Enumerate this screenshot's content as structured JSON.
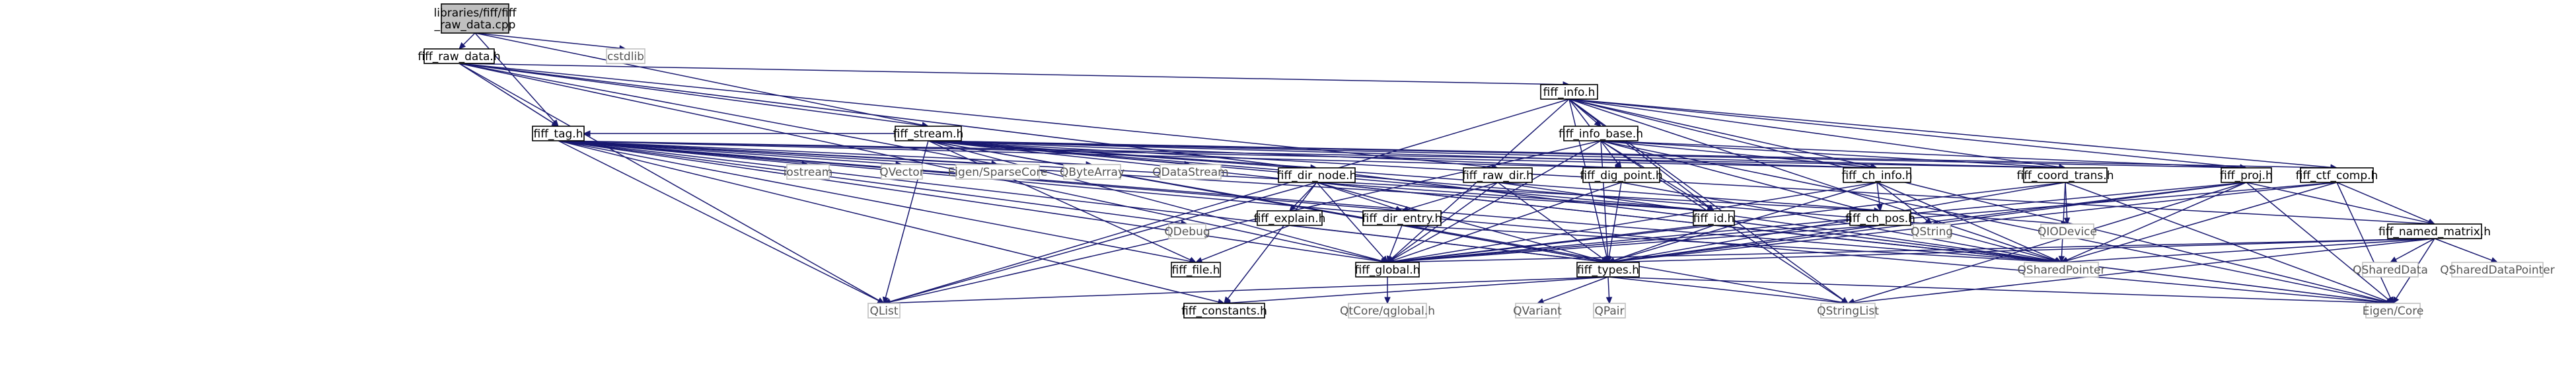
{
  "diagram": {
    "root": {
      "line1": "libraries/fiff/fiff",
      "line2": "_raw_data.cpp"
    },
    "nodes": [
      {
        "id": "fiff_raw_data_h",
        "label": "fiff_raw_data.h",
        "external": false
      },
      {
        "id": "cstdlib",
        "label": "cstdlib",
        "external": true
      },
      {
        "id": "fiff_info_h",
        "label": "fiff_info.h",
        "external": false
      },
      {
        "id": "fiff_tag_h",
        "label": "fiff_tag.h",
        "external": false
      },
      {
        "id": "fiff_stream_h",
        "label": "fiff_stream.h",
        "external": false
      },
      {
        "id": "fiff_info_base_h",
        "label": "fiff_info_base.h",
        "external": false
      },
      {
        "id": "iostream",
        "label": "iostream",
        "external": true
      },
      {
        "id": "QVector",
        "label": "QVector",
        "external": true
      },
      {
        "id": "Eigen_SparseCore",
        "label": "Eigen/SparseCore",
        "external": true
      },
      {
        "id": "QByteArray",
        "label": "QByteArray",
        "external": true
      },
      {
        "id": "QDataStream",
        "label": "QDataStream",
        "external": true
      },
      {
        "id": "fiff_dir_node_h",
        "label": "fiff_dir_node.h",
        "external": false
      },
      {
        "id": "fiff_raw_dir_h",
        "label": "fiff_raw_dir.h",
        "external": false
      },
      {
        "id": "fiff_dig_point_h",
        "label": "fiff_dig_point.h",
        "external": false
      },
      {
        "id": "fiff_ch_info_h",
        "label": "fiff_ch_info.h",
        "external": false
      },
      {
        "id": "fiff_coord_trans_h",
        "label": "fiff_coord_trans.h",
        "external": false
      },
      {
        "id": "fiff_proj_h",
        "label": "fiff_proj.h",
        "external": false
      },
      {
        "id": "fiff_ctf_comp_h",
        "label": "fiff_ctf_comp.h",
        "external": false
      },
      {
        "id": "QDebug",
        "label": "QDebug",
        "external": true
      },
      {
        "id": "fiff_explain_h",
        "label": "fiff_explain.h",
        "external": false
      },
      {
        "id": "fiff_dir_entry_h",
        "label": "fiff_dir_entry.h",
        "external": false
      },
      {
        "id": "fiff_id_h",
        "label": "fiff_id.h",
        "external": false
      },
      {
        "id": "fiff_ch_pos_h",
        "label": "fiff_ch_pos.h",
        "external": false
      },
      {
        "id": "QString",
        "label": "QString",
        "external": true
      },
      {
        "id": "QIODevice",
        "label": "QIODevice",
        "external": true
      },
      {
        "id": "fiff_named_matrix_h",
        "label": "fiff_named_matrix.h",
        "external": false
      },
      {
        "id": "fiff_file_h",
        "label": "fiff_file.h",
        "external": false
      },
      {
        "id": "fiff_global_h",
        "label": "fiff_global.h",
        "external": false
      },
      {
        "id": "fiff_types_h",
        "label": "fiff_types.h",
        "external": false
      },
      {
        "id": "QSharedPointer",
        "label": "QSharedPointer",
        "external": true
      },
      {
        "id": "QSharedData",
        "label": "QSharedData",
        "external": true
      },
      {
        "id": "QSharedDataPointer",
        "label": "QSharedDataPointer",
        "external": true
      },
      {
        "id": "QList",
        "label": "QList",
        "external": true
      },
      {
        "id": "fiff_constants_h",
        "label": "fiff_constants.h",
        "external": false
      },
      {
        "id": "QtCore_qglobal_h",
        "label": "QtCore/qglobal.h",
        "external": true
      },
      {
        "id": "QVariant",
        "label": "QVariant",
        "external": true
      },
      {
        "id": "QPair",
        "label": "QPair",
        "external": true
      },
      {
        "id": "QStringList",
        "label": "QStringList",
        "external": true
      },
      {
        "id": "Eigen_Core",
        "label": "Eigen/Core",
        "external": true
      }
    ],
    "edges": [
      [
        "root",
        "fiff_raw_data_h"
      ],
      [
        "root",
        "cstdlib"
      ],
      [
        "root",
        "fiff_tag_h"
      ],
      [
        "root",
        "fiff_stream_h"
      ],
      [
        "fiff_raw_data_h",
        "fiff_info_h"
      ],
      [
        "fiff_raw_data_h",
        "fiff_tag_h"
      ],
      [
        "fiff_raw_data_h",
        "fiff_stream_h"
      ],
      [
        "fiff_raw_data_h",
        "fiff_raw_dir_h"
      ],
      [
        "fiff_raw_data_h",
        "Eigen_SparseCore"
      ],
      [
        "fiff_raw_data_h",
        "QList"
      ],
      [
        "fiff_raw_data_h",
        "Eigen_Core"
      ],
      [
        "fiff_raw_data_h",
        "fiff_global_h"
      ],
      [
        "fiff_info_h",
        "fiff_info_base_h"
      ],
      [
        "fiff_info_h",
        "fiff_proj_h"
      ],
      [
        "fiff_info_h",
        "fiff_ctf_comp_h"
      ],
      [
        "fiff_info_h",
        "fiff_dig_point_h"
      ],
      [
        "fiff_info_h",
        "fiff_ch_info_h"
      ],
      [
        "fiff_info_h",
        "fiff_coord_trans_h"
      ],
      [
        "fiff_info_h",
        "fiff_id_h"
      ],
      [
        "fiff_info_h",
        "fiff_types_h"
      ],
      [
        "fiff_info_h",
        "fiff_global_h"
      ],
      [
        "fiff_info_h",
        "QSharedPointer"
      ],
      [
        "fiff_info_h",
        "Eigen_Core"
      ],
      [
        "fiff_info_h",
        "QList"
      ],
      [
        "fiff_info_h",
        "QStringList"
      ],
      [
        "fiff_tag_h",
        "iostream"
      ],
      [
        "fiff_tag_h",
        "QVector"
      ],
      [
        "fiff_tag_h",
        "Eigen_SparseCore"
      ],
      [
        "fiff_tag_h",
        "QByteArray"
      ],
      [
        "fiff_tag_h",
        "QDebug"
      ],
      [
        "fiff_tag_h",
        "fiff_global_h"
      ],
      [
        "fiff_tag_h",
        "fiff_types_h"
      ],
      [
        "fiff_tag_h",
        "fiff_constants_h"
      ],
      [
        "fiff_tag_h",
        "fiff_id_h"
      ],
      [
        "fiff_tag_h",
        "fiff_dir_entry_h"
      ],
      [
        "fiff_tag_h",
        "fiff_ch_pos_h"
      ],
      [
        "fiff_tag_h",
        "fiff_coord_trans_h"
      ],
      [
        "fiff_tag_h",
        "fiff_ch_info_h"
      ],
      [
        "fiff_tag_h",
        "fiff_dig_point_h"
      ],
      [
        "fiff_tag_h",
        "fiff_file_h"
      ],
      [
        "fiff_tag_h",
        "QSharedPointer"
      ],
      [
        "fiff_tag_h",
        "QList"
      ],
      [
        "fiff_tag_h",
        "Eigen_Core"
      ],
      [
        "fiff_stream_h",
        "QDataStream"
      ],
      [
        "fiff_stream_h",
        "fiff_dir_node_h"
      ],
      [
        "fiff_stream_h",
        "fiff_tag_h"
      ],
      [
        "fiff_stream_h",
        "fiff_dig_point_h"
      ],
      [
        "fiff_stream_h",
        "fiff_ch_info_h"
      ],
      [
        "fiff_stream_h",
        "fiff_coord_trans_h"
      ],
      [
        "fiff_stream_h",
        "fiff_proj_h"
      ],
      [
        "fiff_stream_h",
        "fiff_ctf_comp_h"
      ],
      [
        "fiff_stream_h",
        "fiff_named_matrix_h"
      ],
      [
        "fiff_stream_h",
        "fiff_id_h"
      ],
      [
        "fiff_stream_h",
        "fiff_types_h"
      ],
      [
        "fiff_stream_h",
        "fiff_global_h"
      ],
      [
        "fiff_stream_h",
        "QSharedPointer"
      ],
      [
        "fiff_stream_h",
        "QString"
      ],
      [
        "fiff_stream_h",
        "QIODevice"
      ],
      [
        "fiff_stream_h",
        "QList"
      ],
      [
        "fiff_stream_h",
        "QStringList"
      ],
      [
        "fiff_stream_h",
        "fiff_file_h"
      ],
      [
        "fiff_info_base_h",
        "fiff_ch_info_h"
      ],
      [
        "fiff_info_base_h",
        "fiff_coord_trans_h"
      ],
      [
        "fiff_info_base_h",
        "fiff_proj_h"
      ],
      [
        "fiff_info_base_h",
        "fiff_id_h"
      ],
      [
        "fiff_info_base_h",
        "fiff_types_h"
      ],
      [
        "fiff_info_base_h",
        "fiff_global_h"
      ],
      [
        "fiff_info_base_h",
        "QSharedPointer"
      ],
      [
        "fiff_info_base_h",
        "QList"
      ],
      [
        "fiff_info_base_h",
        "Eigen_Core"
      ],
      [
        "fiff_info_base_h",
        "QStringList"
      ],
      [
        "fiff_dir_node_h",
        "fiff_dir_entry_h"
      ],
      [
        "fiff_dir_node_h",
        "fiff_id_h"
      ],
      [
        "fiff_dir_node_h",
        "fiff_explain_h"
      ],
      [
        "fiff_dir_node_h",
        "fiff_types_h"
      ],
      [
        "fiff_dir_node_h",
        "fiff_global_h"
      ],
      [
        "fiff_dir_node_h",
        "fiff_constants_h"
      ],
      [
        "fiff_dir_node_h",
        "QSharedPointer"
      ],
      [
        "fiff_dir_node_h",
        "QList"
      ],
      [
        "fiff_raw_dir_h",
        "fiff_dir_entry_h"
      ],
      [
        "fiff_raw_dir_h",
        "fiff_types_h"
      ],
      [
        "fiff_raw_dir_h",
        "fiff_global_h"
      ],
      [
        "fiff_raw_dir_h",
        "QSharedPointer"
      ],
      [
        "fiff_dig_point_h",
        "fiff_types_h"
      ],
      [
        "fiff_dig_point_h",
        "fiff_global_h"
      ],
      [
        "fiff_dig_point_h",
        "QSharedPointer"
      ],
      [
        "fiff_ch_info_h",
        "fiff_ch_pos_h"
      ],
      [
        "fiff_ch_info_h",
        "fiff_types_h"
      ],
      [
        "fiff_ch_info_h",
        "fiff_global_h"
      ],
      [
        "fiff_ch_info_h",
        "QString"
      ],
      [
        "fiff_ch_info_h",
        "QSharedPointer"
      ],
      [
        "fiff_coord_trans_h",
        "fiff_types_h"
      ],
      [
        "fiff_coord_trans_h",
        "fiff_global_h"
      ],
      [
        "fiff_coord_trans_h",
        "QIODevice"
      ],
      [
        "fiff_coord_trans_h",
        "QSharedPointer"
      ],
      [
        "fiff_coord_trans_h",
        "Eigen_Core"
      ],
      [
        "fiff_proj_h",
        "fiff_named_matrix_h"
      ],
      [
        "fiff_proj_h",
        "fiff_types_h"
      ],
      [
        "fiff_proj_h",
        "fiff_global_h"
      ],
      [
        "fiff_proj_h",
        "QString"
      ],
      [
        "fiff_proj_h",
        "QSharedPointer"
      ],
      [
        "fiff_proj_h",
        "QStringList"
      ],
      [
        "fiff_proj_h",
        "Eigen_Core"
      ],
      [
        "fiff_ctf_comp_h",
        "fiff_named_matrix_h"
      ],
      [
        "fiff_ctf_comp_h",
        "fiff_types_h"
      ],
      [
        "fiff_ctf_comp_h",
        "fiff_global_h"
      ],
      [
        "fiff_ctf_comp_h",
        "QSharedPointer"
      ],
      [
        "fiff_ctf_comp_h",
        "Eigen_Core"
      ],
      [
        "fiff_explain_h",
        "fiff_file_h"
      ],
      [
        "fiff_explain_h",
        "fiff_types_h"
      ],
      [
        "fiff_dir_entry_h",
        "fiff_types_h"
      ],
      [
        "fiff_dir_entry_h",
        "fiff_global_h"
      ],
      [
        "fiff_dir_entry_h",
        "QSharedPointer"
      ],
      [
        "fiff_id_h",
        "fiff_types_h"
      ],
      [
        "fiff_id_h",
        "fiff_global_h"
      ],
      [
        "fiff_id_h",
        "QSharedPointer"
      ],
      [
        "fiff_ch_pos_h",
        "fiff_types_h"
      ],
      [
        "fiff_ch_pos_h",
        "fiff_global_h"
      ],
      [
        "fiff_named_matrix_h",
        "fiff_types_h"
      ],
      [
        "fiff_named_matrix_h",
        "fiff_global_h"
      ],
      [
        "fiff_named_matrix_h",
        "QSharedData"
      ],
      [
        "fiff_named_matrix_h",
        "QSharedDataPointer"
      ],
      [
        "fiff_named_matrix_h",
        "QSharedPointer"
      ],
      [
        "fiff_named_matrix_h",
        "QStringList"
      ],
      [
        "fiff_named_matrix_h",
        "Eigen_Core"
      ],
      [
        "fiff_global_h",
        "QtCore_qglobal_h"
      ],
      [
        "fiff_types_h",
        "fiff_constants_h"
      ],
      [
        "fiff_types_h",
        "QList"
      ],
      [
        "fiff_types_h",
        "QVariant"
      ],
      [
        "fiff_types_h",
        "QPair"
      ],
      [
        "fiff_types_h",
        "QStringList"
      ],
      [
        "fiff_types_h",
        "Eigen_Core"
      ]
    ]
  }
}
